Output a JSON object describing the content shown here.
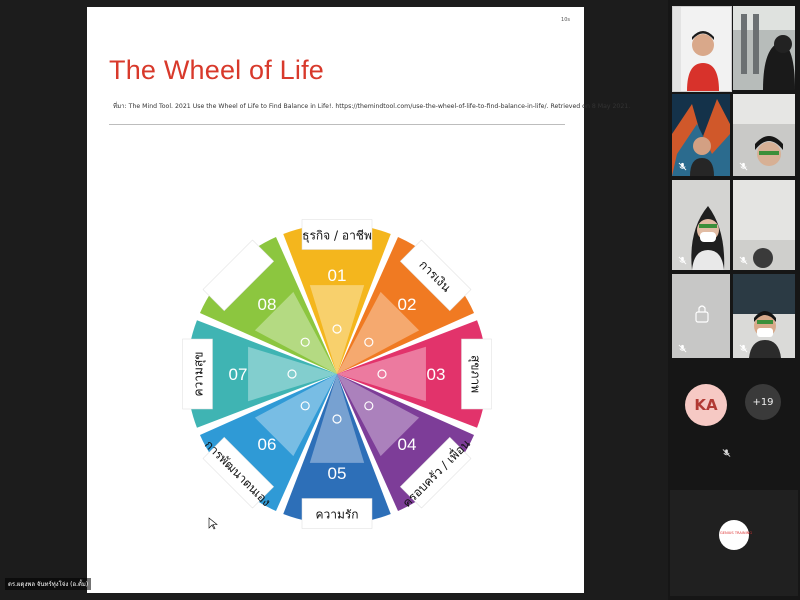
{
  "slide": {
    "page_number": "10s",
    "title": "The Wheel of Life",
    "reference": "ที่มา: The Mind Tool. 2021 Use the Wheel of Life to Find Balance in Life!. https://themindtool.com/use-the-wheel-of-life-to-find-balance-in-life/. Retrieved on 8 May 2021.",
    "segments": [
      {
        "number": "01",
        "label": "ธุรกิจ / อาชีพ",
        "color": "#f4b61d",
        "icon": "envelope-icon"
      },
      {
        "number": "02",
        "label": "การเงิน",
        "color": "#f07a22",
        "icon": "hand-money-icon"
      },
      {
        "number": "03",
        "label": "สุขภาพ",
        "color": "#e2336b",
        "icon": "heart-icon"
      },
      {
        "number": "04",
        "label": "ครอบครัว / เพื่อน",
        "color": "#7d3d98",
        "icon": "people-icon"
      },
      {
        "number": "05",
        "label": "ความรัก",
        "color": "#2d6fb8",
        "icon": "heart-outline-icon"
      },
      {
        "number": "06",
        "label": "การพัฒนาตนเอง",
        "color": "#2f9ad6",
        "icon": "bar-chart-icon"
      },
      {
        "number": "07",
        "label": "ความสุข",
        "color": "#3fb4b3",
        "icon": "lightbulb-icon"
      },
      {
        "number": "08",
        "label": "",
        "color": "#8cc63f",
        "icon": "plant-icon"
      }
    ]
  },
  "speaker_name": "ดร.ผดุงพล จันทร์ทุ่งโจ่ง (อ.ตั้ม)",
  "participants": {
    "initials": "KA",
    "more_count": "+19",
    "logo_text": "GENIUS TRAINING"
  }
}
